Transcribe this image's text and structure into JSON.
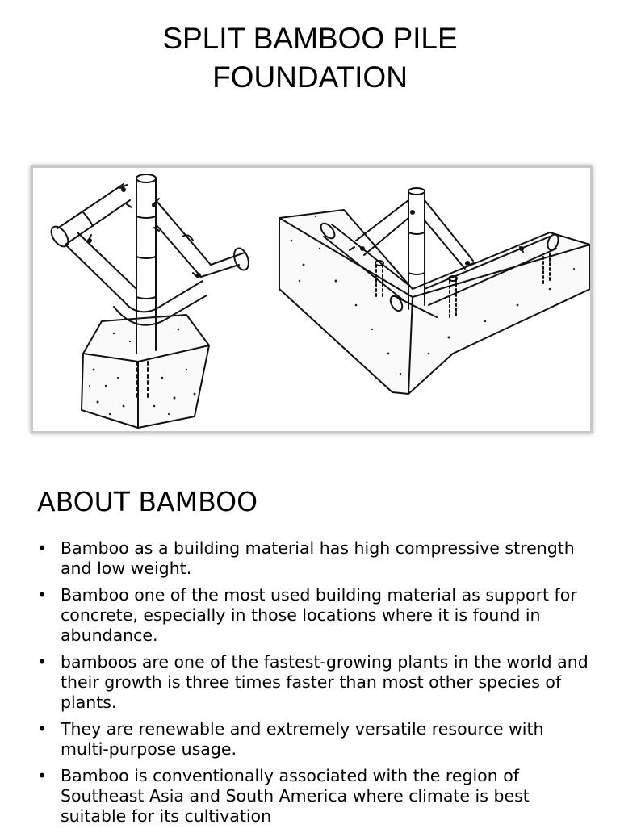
{
  "title": {
    "line1": "SPLIT BAMBOO PILE",
    "line2": "FOUNDATION"
  },
  "figure": {
    "left_drawing": "split-bamboo-pile-on-pyramidal-footing",
    "right_drawing": "split-bamboo-frame-on-concrete-beam-corner"
  },
  "section": {
    "heading": "ABOUT BAMBOO"
  },
  "bullets": [
    "Bamboo as a building material has high compressive strength and low weight.",
    "Bamboo one of the most used building material as support for concrete, especially in those locations where it is found in abundance.",
    "bamboos are one of the fastest-growing plants in the world and their growth is three times faster than most other species of plants.",
    "They are renewable and extremely versatile resource with multi-purpose usage.",
    "Bamboo is conventionally associated with the region of Southeast Asia and South America where climate is best suitable for its cultivation"
  ]
}
